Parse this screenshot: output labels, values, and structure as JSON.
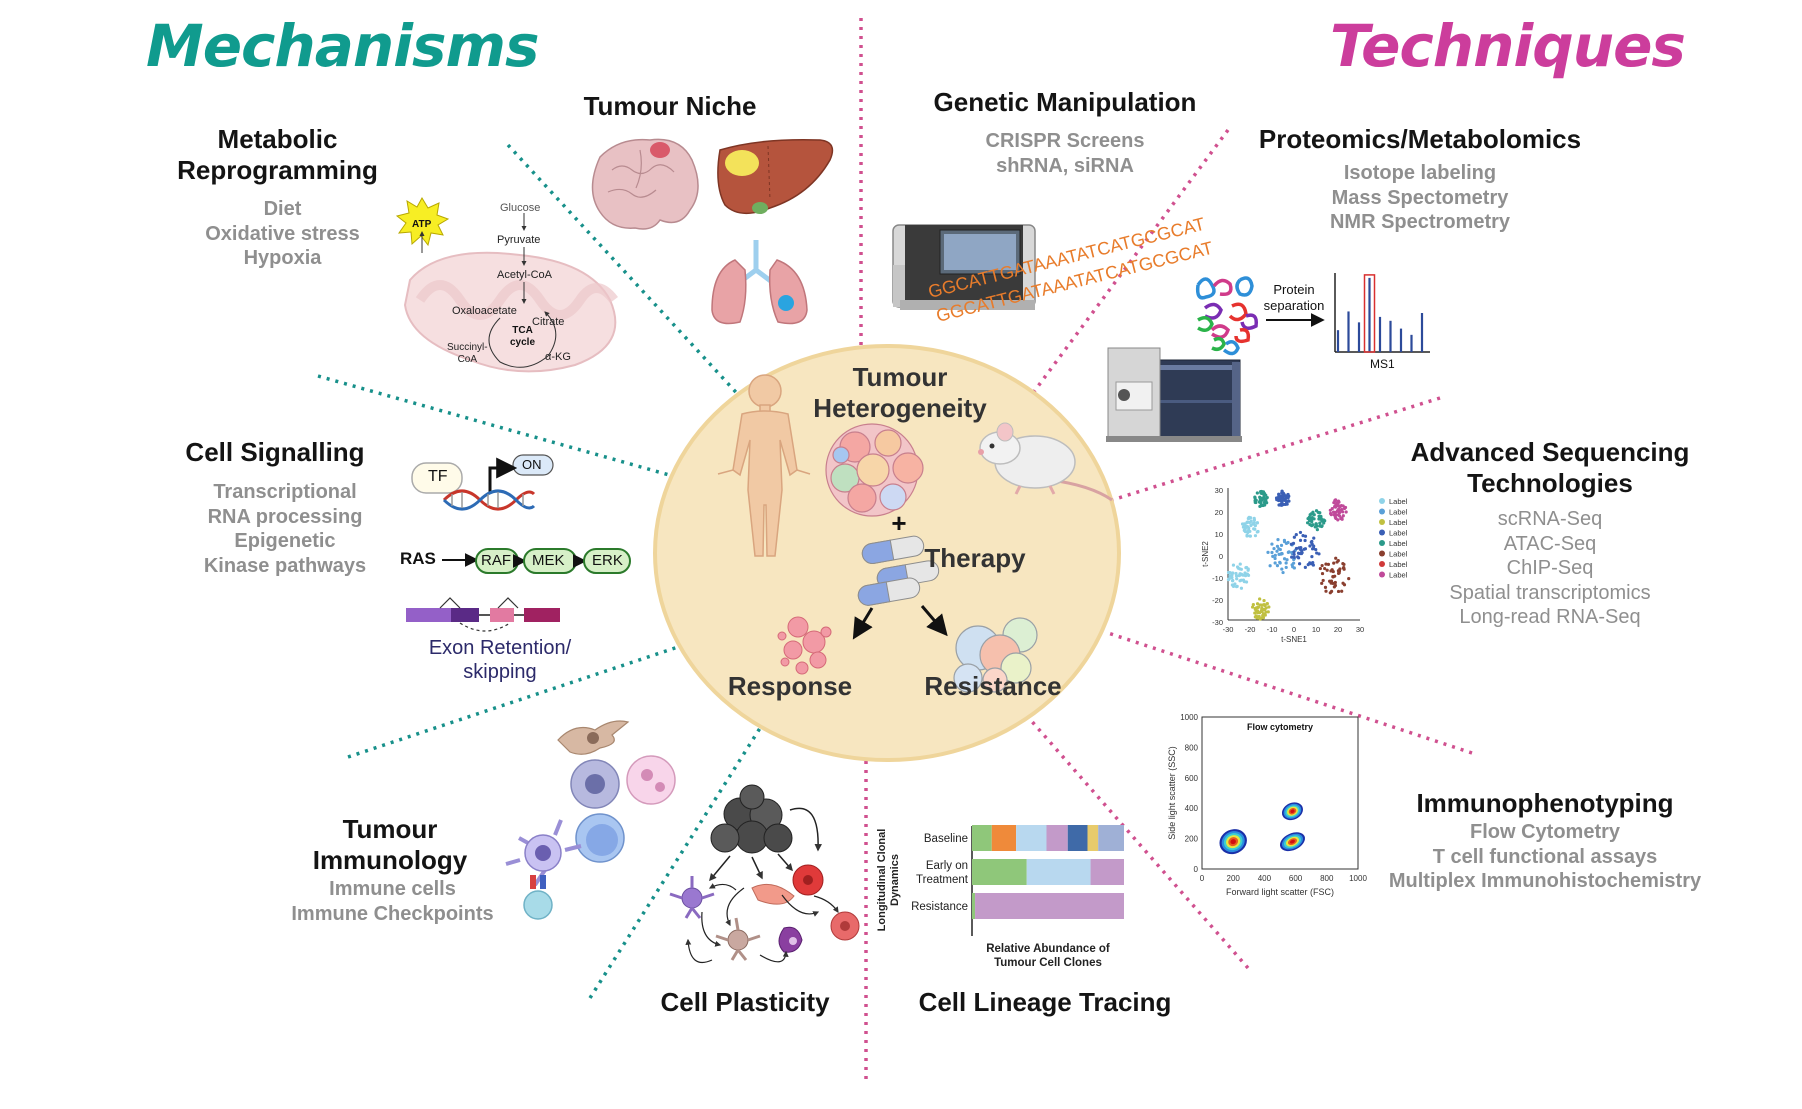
{
  "headers": {
    "mechanisms": "Mechanisms",
    "techniques": "Techniques"
  },
  "colors": {
    "mechanisms": "#109b8e",
    "techniques": "#cc3d9c",
    "center_fill": "#f7e6c0",
    "center_stroke": "#f0d8a0"
  },
  "center": {
    "title": [
      "Tumour",
      "Heterogeneity"
    ],
    "plus": "+",
    "therapy": "Therapy",
    "response": "Response",
    "resistance": "Resistance"
  },
  "mechanisms": {
    "metabolic": {
      "title": [
        "Metabolic",
        "Reprogramming"
      ],
      "items": [
        "Diet",
        "Oxidative stress",
        "Hypoxia"
      ]
    },
    "tumour_niche": {
      "title": "Tumour Niche"
    },
    "cell_signalling": {
      "title": "Cell Signalling",
      "items": [
        "Transcriptional",
        "RNA processing",
        "Epigenetic",
        "Kinase pathways"
      ]
    },
    "tumour_immunology": {
      "title": [
        "Tumour",
        "Immunology"
      ],
      "items": [
        "Immune cells",
        "Immune Checkpoints"
      ]
    },
    "cell_plasticity": {
      "title": "Cell Plasticity"
    }
  },
  "techniques": {
    "genetic_manipulation": {
      "title": "Genetic Manipulation",
      "items": [
        "CRISPR Screens",
        "shRNA, siRNA"
      ]
    },
    "proteomics": {
      "title": "Proteomics/Metabolomics",
      "items": [
        "Isotope labeling",
        "Mass Spectometry",
        "NMR Spectrometry"
      ]
    },
    "advanced_sequencing": {
      "title": [
        "Advanced Sequencing",
        "Technologies"
      ],
      "items": [
        "scRNA-Seq",
        "ATAC-Seq",
        "ChIP-Seq",
        "Spatial transcriptomics",
        "Long-read RNA-Seq"
      ]
    },
    "immunophenotyping": {
      "title": "Immunophenotyping",
      "items": [
        "Flow Cytometry",
        "T cell functional assays",
        "Multiplex Immunohistochemistry"
      ]
    },
    "cell_lineage": {
      "title": "Cell Lineage Tracing"
    }
  },
  "metabolism_diagram": {
    "atp": "ATP",
    "glucose": "Glucose",
    "pyruvate": "Pyruvate",
    "acetyl_coa": "Acetyl-CoA",
    "oxaloacetate": "Oxaloacetate",
    "citrate": "Citrate",
    "tca": [
      "TCA",
      "cycle"
    ],
    "succinyl": [
      "Succinyl-",
      "CoA"
    ],
    "akg": "α-KG"
  },
  "signalling_diagram": {
    "tf": "TF",
    "on": "ON",
    "ras": "RAS",
    "raf": "RAF",
    "mek": "MEK",
    "erk": "ERK",
    "exon": [
      "Exon Retention/",
      "skipping"
    ]
  },
  "dna_sequence": "GGCATTGATAAATATCATGCGCAT",
  "proteomics_diagram": {
    "separation": [
      "Protein",
      "separation"
    ],
    "ms1": "MS1",
    "spectrum": [
      0.28,
      0.52,
      0.38,
      0.95,
      0.45,
      0.4,
      0.3,
      0.22,
      0.5
    ]
  },
  "tsne": {
    "xlabel": "t-SNE1",
    "ylabel": "t-SNE2",
    "xticks": [
      "-30",
      "-20",
      "-10",
      "0",
      "10",
      "20",
      "30"
    ],
    "yticks": [
      "30",
      "20",
      "10",
      "0",
      "-10",
      "-20",
      "-30"
    ],
    "legend": [
      "Label",
      "Label",
      "Label",
      "Label",
      "Label",
      "Label",
      "Label",
      "Label"
    ],
    "colors": [
      "#8fd3e8",
      "#5aa0d8",
      "#c0c040",
      "#3a5fb5",
      "#2b9a8a",
      "#8a3f2f",
      "#d03a3a",
      "#c04a9a"
    ]
  },
  "flow": {
    "title": "Flow cytometry",
    "xlabel": "Forward light scatter (FSC)",
    "ylabel": "Side light scatter (SSC)",
    "xticks": [
      "0",
      "200",
      "400",
      "600",
      "800",
      "1000"
    ],
    "yticks": [
      "1000",
      "800",
      "600",
      "400",
      "200",
      "0"
    ]
  },
  "chart_data": {
    "type": "bar",
    "title": "",
    "xlabel": "Relative Abundance of Tumour Cell Clones",
    "ylabel": "Longitudinal Clonal Dynamics",
    "categories": [
      "Baseline",
      "Early on Treatment",
      "Resistance"
    ],
    "category_lines": [
      [
        "Baseline"
      ],
      [
        "Early on",
        "Treatment"
      ],
      [
        "Resistance"
      ]
    ],
    "stacked": true,
    "normalized": true,
    "series": [
      {
        "color": "#8fc77a",
        "values": [
          0.13,
          0.36,
          0.02
        ]
      },
      {
        "color": "#ef8a3a",
        "values": [
          0.16,
          0.0,
          0.0
        ]
      },
      {
        "color": "#b8d8ef",
        "values": [
          0.2,
          0.42,
          0.0
        ]
      },
      {
        "color": "#c39ac9",
        "values": [
          0.14,
          0.22,
          0.98
        ]
      },
      {
        "color": "#3f6aa8",
        "values": [
          0.13,
          0.0,
          0.0
        ]
      },
      {
        "color": "#e8cb6c",
        "values": [
          0.07,
          0.0,
          0.0
        ]
      },
      {
        "color": "#9fb0d6",
        "values": [
          0.17,
          0.0,
          0.0
        ]
      }
    ]
  }
}
